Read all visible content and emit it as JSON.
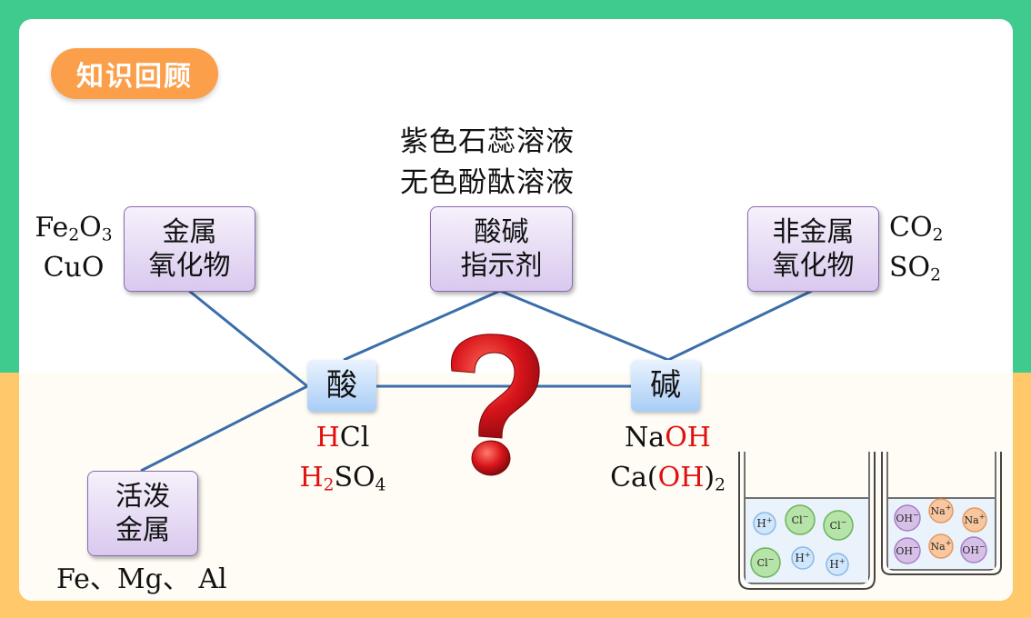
{
  "badge": "知识回顾",
  "indicator_text": [
    "紫色石蕊溶液",
    "无色酚酞溶液"
  ],
  "boxes": {
    "metal_oxide": [
      "金属",
      "氧化物"
    ],
    "indicator": [
      "酸碱",
      "指示剂"
    ],
    "nonmetal_oxide": [
      "非金属",
      "氧化物"
    ],
    "acid": "酸",
    "base": "碱",
    "active_metal": [
      "活泼",
      "金属"
    ]
  },
  "metal_oxide_examples": {
    "fe2o3": {
      "a": "Fe",
      "s1": "2",
      "b": "O",
      "s2": "3"
    },
    "cuo": "CuO"
  },
  "nonmetal_oxide_examples": {
    "co2": {
      "a": "CO",
      "s": "2"
    },
    "so2": {
      "a": "SO",
      "s": "2"
    }
  },
  "acid_examples": {
    "hcl": {
      "h": "H",
      "rest": "Cl"
    },
    "h2so4": {
      "h": "H",
      "s1": "2",
      "b": "SO",
      "s2": "4"
    }
  },
  "base_examples": {
    "naoh": {
      "a": "Na",
      "oh": "OH"
    },
    "caoh2": {
      "a": "Ca(",
      "oh": "OH",
      "b": ")",
      "s": "2"
    }
  },
  "active_metals_text": "Fe、Mg、 Al",
  "beaker_acid_ions": [
    "H+",
    "Cl-",
    "Cl-",
    "Cl-",
    "H+",
    "H+"
  ],
  "beaker_base_ions": [
    "OH-",
    "Na+",
    "Na+",
    "OH-",
    "Na+",
    "OH-"
  ],
  "colors": {
    "green": "#3fcb8e",
    "orange": "#ffc96b",
    "badge": "#fb9f4a",
    "line": "#3a6eaa",
    "red": "#e01010"
  }
}
